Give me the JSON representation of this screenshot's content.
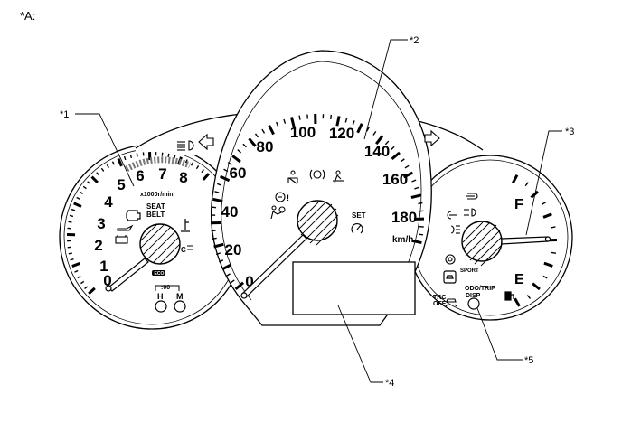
{
  "figure_label": "*A:",
  "callouts": [
    "*1",
    "*2",
    "*3",
    "*4",
    "*5"
  ],
  "tachometer": {
    "numbers": [
      "0",
      "1",
      "2",
      "3",
      "4",
      "5",
      "6",
      "7",
      "8"
    ],
    "unit": "x1000r/min",
    "seatbelt_text": [
      "SEAT",
      "BELT"
    ],
    "eco_badge": "ECO",
    "clock_text": ":00",
    "clock_buttons": [
      "H",
      "M"
    ]
  },
  "speedometer": {
    "numbers": [
      "0",
      "20",
      "40",
      "60",
      "80",
      "100",
      "120",
      "140",
      "160",
      "180"
    ],
    "unit": "km/h",
    "cruise_text": "SET"
  },
  "fuel_gauge": {
    "full_label": "F",
    "empty_label": "E",
    "sport_text": "SPORT",
    "trc_text": [
      "TRC",
      "OFF"
    ],
    "odo_text": [
      "ODO/TRIP",
      "DISP"
    ]
  },
  "icons": [
    "headlight-icon",
    "turn-left-icon",
    "turn-right-icon",
    "check-engine-icon",
    "battery-icon",
    "oil-pressure-icon",
    "coolant-temp-icon",
    "fog-light-icon",
    "airbag-icon",
    "seatbelt-icon",
    "abs-icon",
    "parking-icon",
    "brake-warning-icon",
    "tpms-icon",
    "cruise-icon",
    "slip-indicator-icon",
    "fuel-pump-icon"
  ]
}
